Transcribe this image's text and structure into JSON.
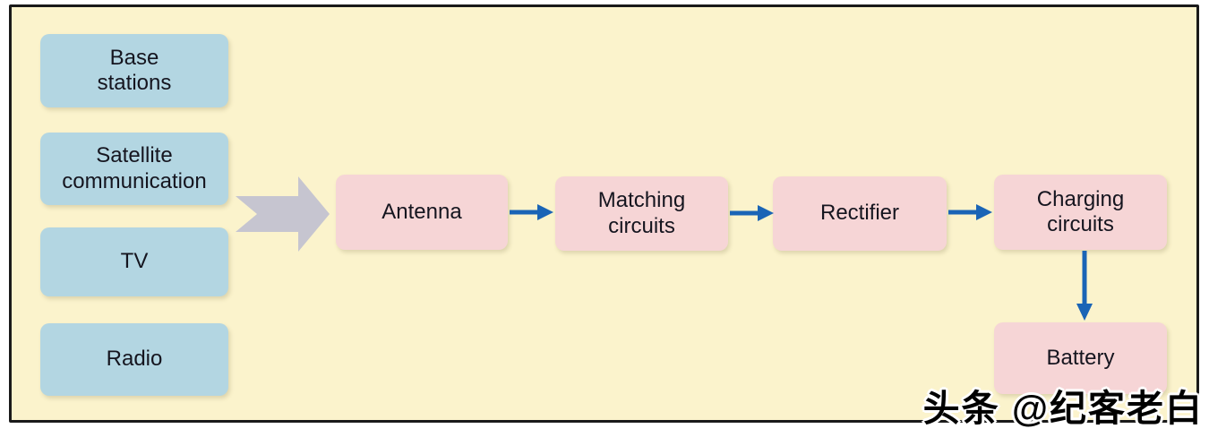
{
  "colors": {
    "background": "#FBF3CC",
    "frame_border": "#1A1A1A",
    "source_box_fill": "#B3D6E2",
    "flow_box_fill": "#F6D5D6",
    "big_arrow_fill": "#C6C5D0",
    "connector_arrow": "#1A64B6",
    "box_text": "#15151F",
    "watermark_text": "#000000"
  },
  "sources": [
    {
      "label": "Base\nstations"
    },
    {
      "label": "Satellite\ncommunication"
    },
    {
      "label": "TV"
    },
    {
      "label": "Radio"
    }
  ],
  "flow": [
    {
      "label": "Antenna"
    },
    {
      "label": "Matching\ncircuits"
    },
    {
      "label": "Rectifier"
    },
    {
      "label": "Charging\ncircuits"
    },
    {
      "label": "Battery"
    }
  ],
  "watermark": "头条 @纪客老白"
}
